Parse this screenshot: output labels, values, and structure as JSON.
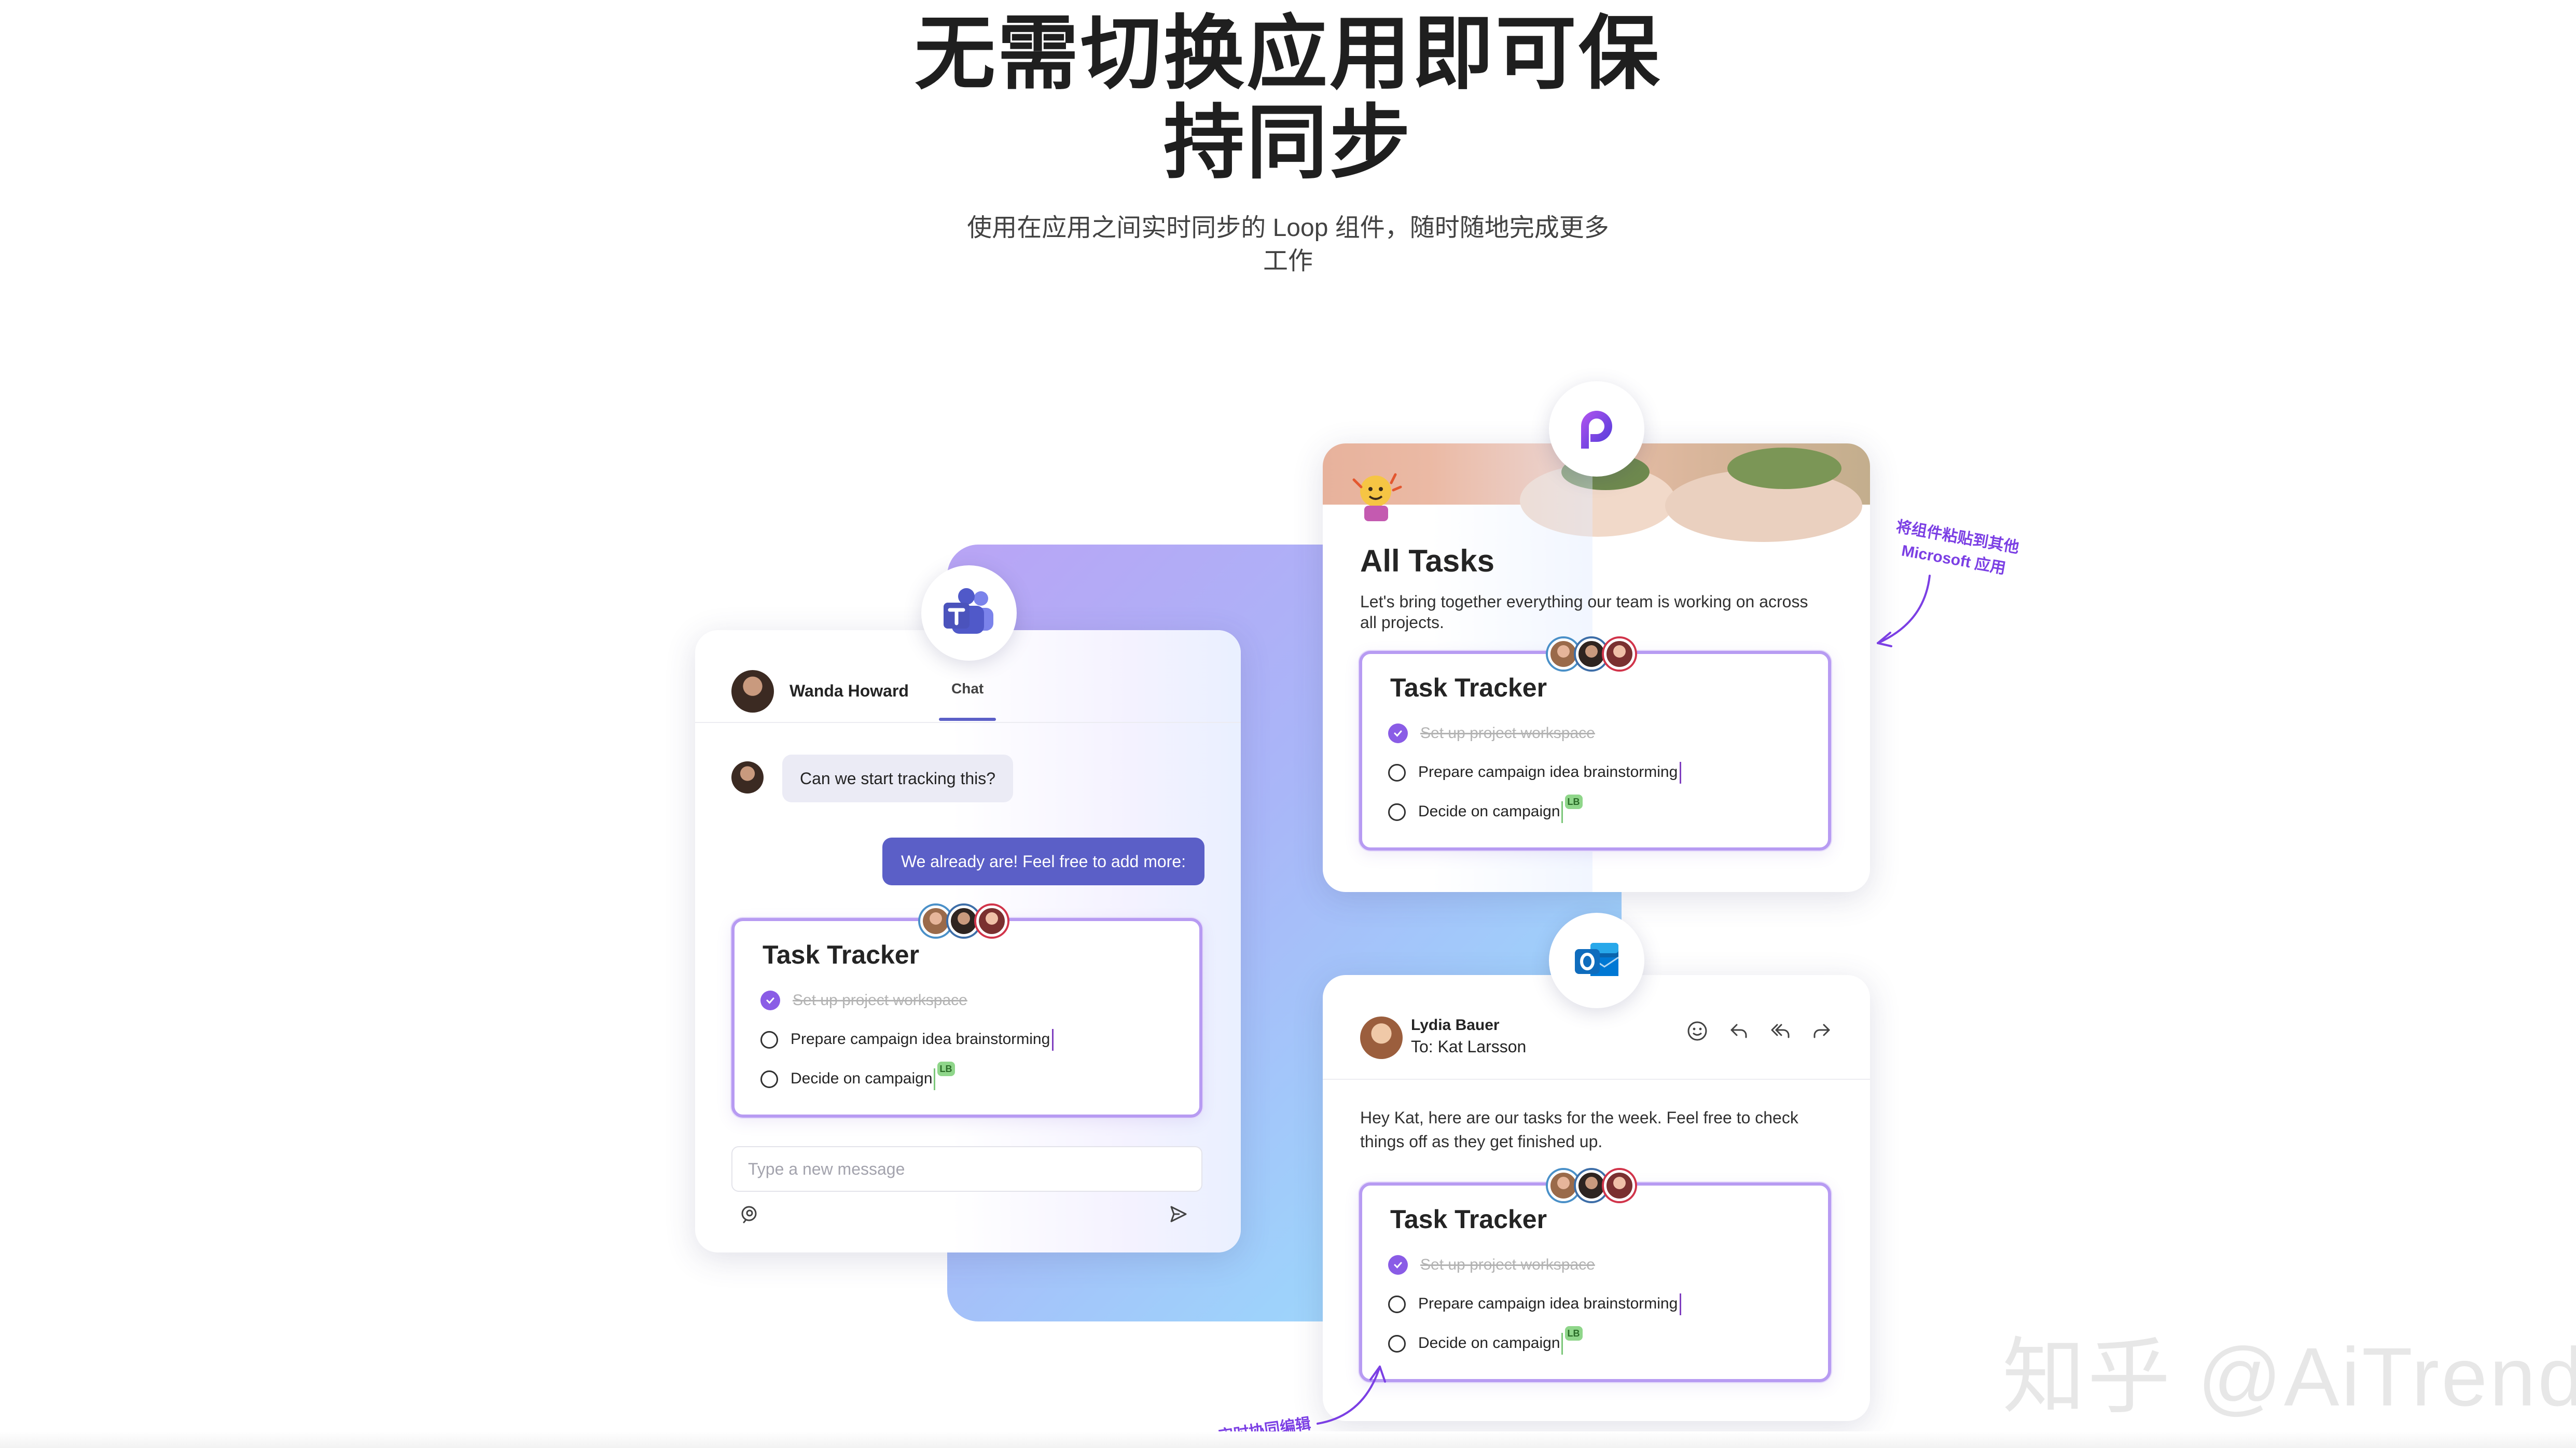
{
  "hero": {
    "title_line1": "无需切换应用即可保",
    "title_line2": "持同步",
    "subtitle_line1": "使用在应用之间实时同步的 Loop 组件，随时随地完成更多",
    "subtitle_line2": "工作"
  },
  "teams": {
    "contact_name": "Wanda Howard",
    "tab_chat": "Chat",
    "incoming_message": "Can we start tracking this?",
    "outgoing_message": "We already are! Feel free to add more:",
    "input_placeholder": "Type a new message"
  },
  "task_tracker": {
    "title": "Task Tracker",
    "tasks": [
      {
        "label": "Set up project workspace",
        "done": true
      },
      {
        "label": "Prepare campaign idea brainstorming",
        "done": false
      },
      {
        "label": "Decide on campaign",
        "done": false
      }
    ],
    "coauthor_initials": "LB"
  },
  "loop": {
    "heading": "All Tasks",
    "description": "Let's bring together everything our team is working on across all projects."
  },
  "outlook": {
    "sender": "Lydia Bauer",
    "recipient": "To: Kat Larsson",
    "body": "Hey Kat, here are our tasks for the week. Feel free to check things off as they get finished up."
  },
  "annotations": {
    "paste_line1": "将组件粘贴到其他",
    "paste_line2": "Microsoft 应用",
    "realtime": "实时协同编辑"
  },
  "watermark": "知乎 @AiTrend",
  "colors": {
    "teams_purple": "#5b5fc7",
    "loop_accent": "#8a5ce6",
    "annotation": "#7b3fe4",
    "tracker_border": "#b79bf2"
  }
}
